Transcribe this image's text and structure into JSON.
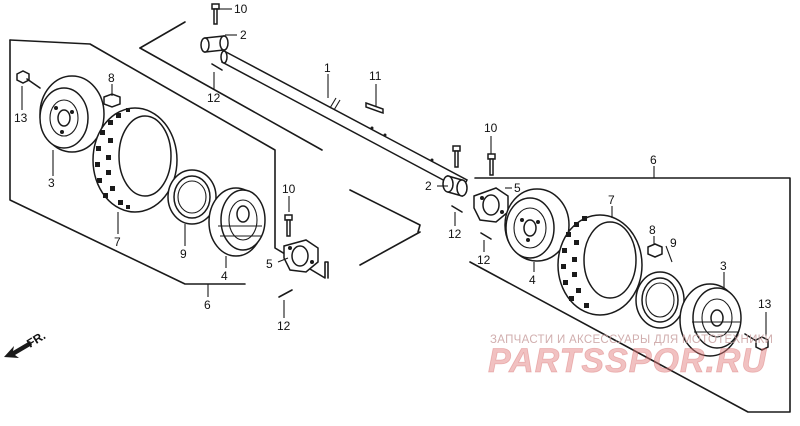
{
  "labels": {
    "p1": "1",
    "p2a": "2",
    "p2b": "2",
    "p3a": "3",
    "p3b": "3",
    "p4a": "4",
    "p4b": "4",
    "p5a": "5",
    "p5b": "5",
    "p6a": "6",
    "p6b": "6",
    "p7a": "7",
    "p7b": "7",
    "p8a": "8",
    "p8b": "8",
    "p9a": "9",
    "p9b": "9",
    "p10a": "10",
    "p10b": "10",
    "p10c": "10",
    "p11": "11",
    "p12a": "12",
    "p12b": "12",
    "p12c": "12",
    "p12d": "12",
    "p13a": "13",
    "p13b": "13"
  },
  "front_indicator": "FR.",
  "watermark": {
    "caption": "ЗАПЧАСТИ И АКСЕССУАРЫ ДЛЯ МОТОТЕХНИКИ",
    "logo": "PARTSSPOR.RU",
    "caption_color": "#c9a0a0",
    "logo_color": "#e07a7a"
  }
}
